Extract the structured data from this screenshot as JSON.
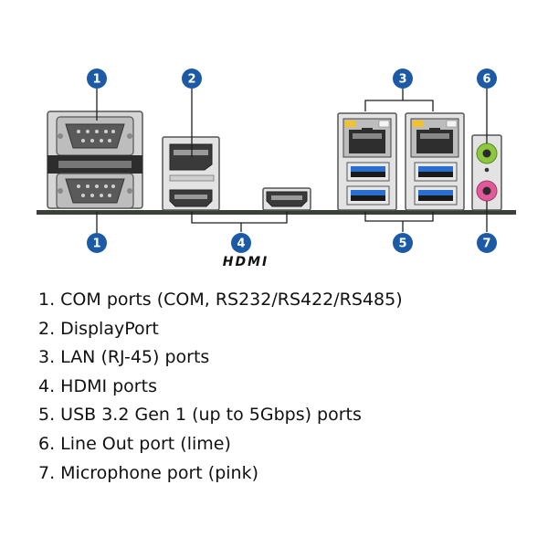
{
  "badges": {
    "com_top": "1",
    "com_bottom": "1",
    "displayport": "2",
    "lan": "3",
    "hdmi": "4",
    "usb": "5",
    "line_out": "6",
    "mic": "7"
  },
  "hdmi_logo": "HDMI",
  "legend": [
    "1. COM ports (COM, RS232/RS422/RS485)",
    "2. DisplayPort",
    "3. LAN (RJ-45) ports",
    "4. HDMI ports",
    "5. USB 3.2 Gen 1 (up to 5Gbps) ports",
    "6. Line Out port (lime)",
    "7. Microphone port (pink)"
  ],
  "colors": {
    "badge": "#1c5aa6",
    "board": "#3a3f3a",
    "usb_blue": "#2a6fd0",
    "led_yellow": "#f2c12e",
    "audio_lime": "#8dc63f",
    "audio_pink": "#e05a9a"
  }
}
